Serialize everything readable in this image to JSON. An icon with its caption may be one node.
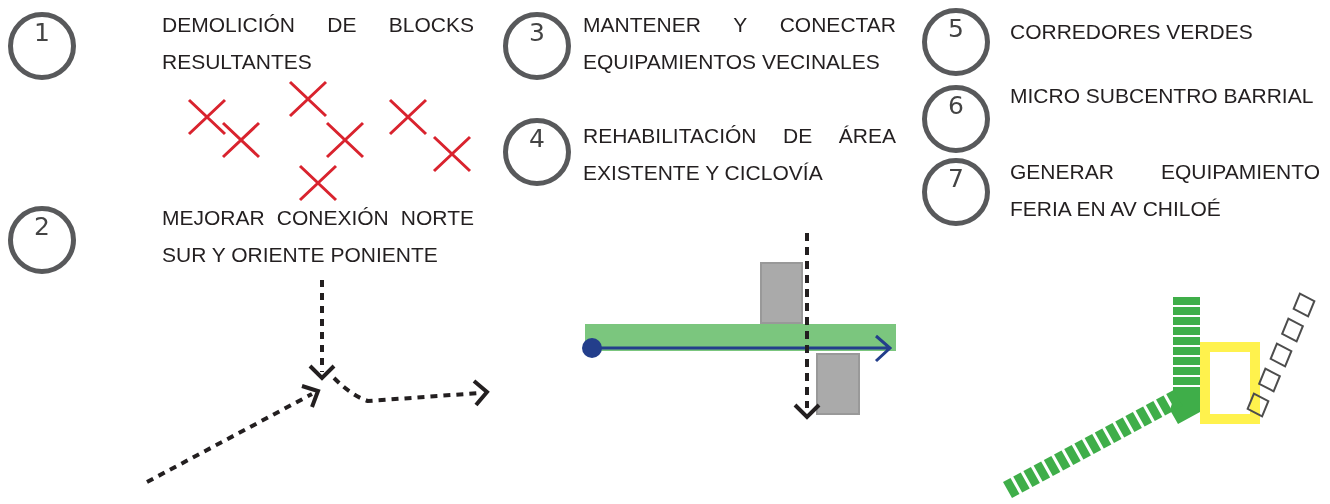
{
  "diagram": {
    "nodes": [
      {
        "text": [
          "1"
        ]
      },
      {
        "text": [
          "2"
        ]
      },
      {
        "text": [
          "3"
        ]
      },
      {
        "text": [
          "4"
        ]
      },
      {
        "text": [
          "5"
        ]
      },
      {
        "text": [
          "6"
        ]
      },
      {
        "text": [
          "7"
        ]
      }
    ],
    "labels": [
      "DEMOLICIÓN DE BLOCKS RESULTANTES",
      "MANTENER Y CONECTAR EQUIPAMIENTOS VECINALES",
      "CORREDORES VERDES",
      "MICRO SUBCENTRO BARRIAL",
      "REHABILITACIÓN DE ÁREA EXISTENTE Y CICLOVÍA",
      "GENERAR EQUIPAMIENTO FERIA EN AV CHILOÉ",
      "MEJORAR CONEXIÓN NORTE SUR Y ORIENTE PONIENTE"
    ]
  }
}
